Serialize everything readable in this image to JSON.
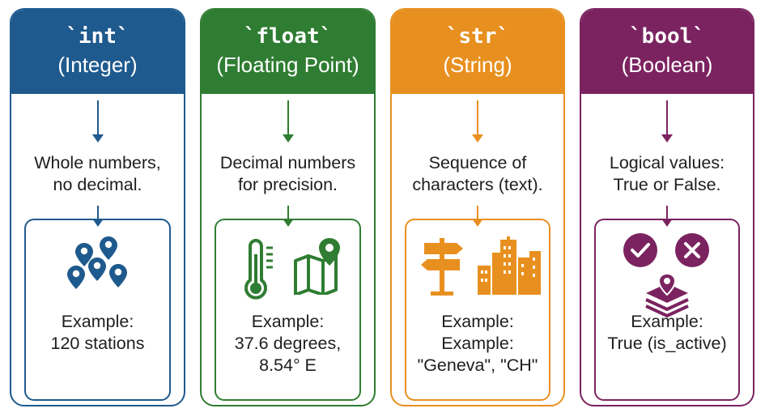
{
  "colors": {
    "int": "#1f5a8e",
    "float": "#2f7d32",
    "str": "#e8901f",
    "bool": "#7b2360"
  },
  "cards": [
    {
      "code": "`int`",
      "type_name": "(Integer)",
      "description": [
        "Whole numbers,",
        "no decimal."
      ],
      "icons": [
        "map-pins-icon"
      ],
      "example_lines": [
        "Example:",
        "120 stations"
      ]
    },
    {
      "code": "`float`",
      "type_name": "(Floating Point)",
      "description": [
        "Decimal numbers",
        "for precision."
      ],
      "icons": [
        "thermometer-icon",
        "folded-map-pin-icon"
      ],
      "example_lines": [
        "Example:",
        "37.6 degrees,",
        "8.54° E"
      ]
    },
    {
      "code": "`str`",
      "type_name": "(String)",
      "description": [
        "Sequence of",
        "characters (text)."
      ],
      "icons": [
        "signpost-icon",
        "city-buildings-icon"
      ],
      "example_lines": [
        "Example:",
        "Example:",
        "\"Geneva\", \"CH\""
      ]
    },
    {
      "code": "`bool`",
      "type_name": "(Boolean)",
      "description": [
        "Logical values:",
        "True or False."
      ],
      "icons": [
        "check-circle-icon",
        "x-circle-icon",
        "layers-pin-icon"
      ],
      "example_lines": [
        "Example:",
        "True (is_active)"
      ]
    }
  ]
}
